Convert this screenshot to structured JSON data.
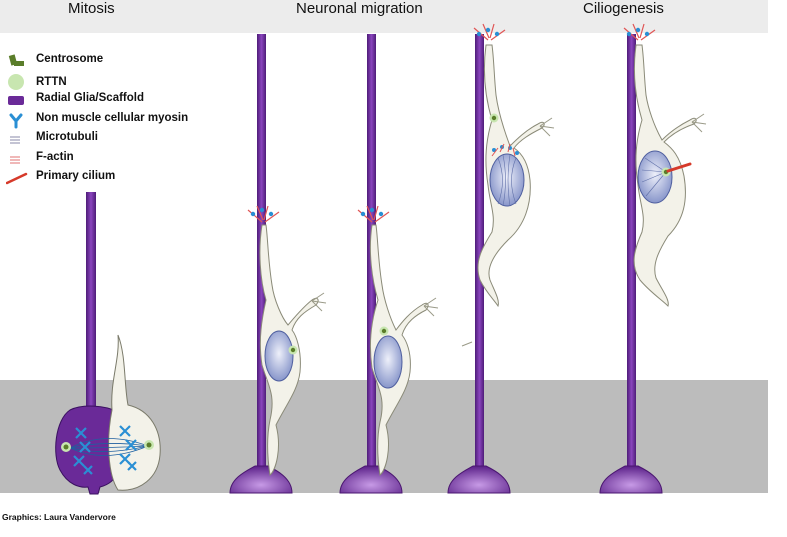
{
  "headers": {
    "mitosis": "Mitosis",
    "neuronal_migration": "Neuronal migration",
    "ciliogenesis": "Ciliogenesis"
  },
  "legend": [
    {
      "label": "Centrosome",
      "icon": "centrosome-icon"
    },
    {
      "label": "RTTN",
      "icon": "rttn-icon"
    },
    {
      "label": "Radial Glia/Scaffold",
      "icon": "radial-glia-icon"
    },
    {
      "label": "Non muscle cellular myosin",
      "icon": "myosin-icon"
    },
    {
      "label": "Microtubuli",
      "icon": "microtubuli-icon"
    },
    {
      "label": "F-actin",
      "icon": "f-actin-icon"
    },
    {
      "label": "Primary cilium",
      "icon": "primary-cilium-icon"
    }
  ],
  "credit": "Graphics:  Laura Vandervore",
  "colors": {
    "header_band": "#ececec",
    "ventricular_zone": "#bcbcbc",
    "radial_glia": "#6a2a98",
    "radial_glia_base": "#7a33aa",
    "neuron_body": "#f3f2e9",
    "nucleus": "#aab4dc",
    "centrosome": "#5a7d2a",
    "rttn": "#c8e6b0",
    "myosin": "#2a8fd4",
    "microtubuli": "#1f5f9f",
    "f_actin": "#e05555",
    "primary_cilium": "#d63a2a"
  }
}
